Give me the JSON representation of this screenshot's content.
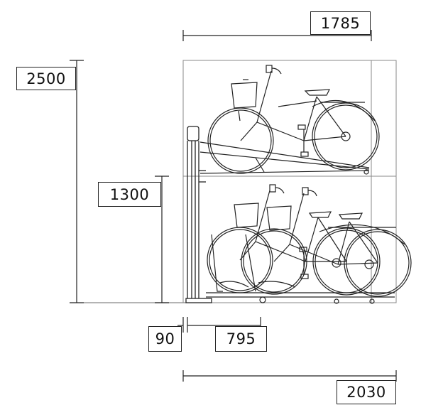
{
  "dimensions": {
    "top_width": "1785",
    "total_height": "2500",
    "tier_height": "1300",
    "post_offset": "90",
    "slot_depth": "795",
    "total_depth": "2030"
  },
  "colors": {
    "line": "#222222",
    "frame": "#888888"
  }
}
